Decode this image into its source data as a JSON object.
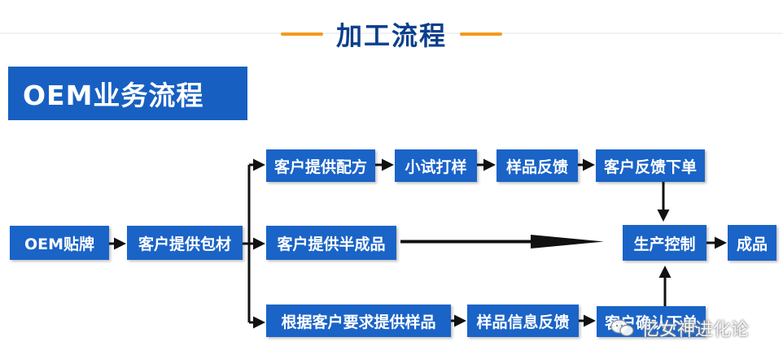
{
  "section_title": "加工流程",
  "header": "OEM业务流程",
  "nodes": {
    "oem": "OEM贴牌",
    "materials": "客户提供包材",
    "formula": "客户提供配方",
    "trial": "小试打样",
    "sample_feedback": "样品反馈",
    "order_feedback": "客户反馈下单",
    "semi": "客户提供半成品",
    "custom": "根据客户要求提供样品",
    "sample_info": "样品信息反馈",
    "confirm_order": "客户确认下单",
    "production": "生产控制",
    "finished": "成品"
  },
  "watermark": "亿女神进化论",
  "colors": {
    "box_fill": "#1a63c7",
    "header_fill": "#1760c2",
    "title_text": "#0b3f8c",
    "accent_dash": "#f29b1d",
    "arrow": "#111111"
  }
}
